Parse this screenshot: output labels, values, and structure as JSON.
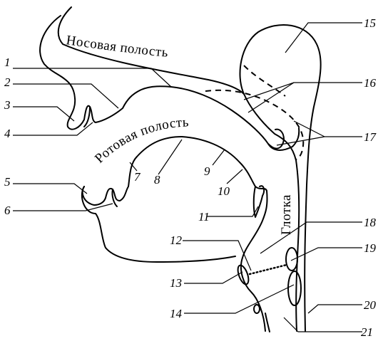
{
  "regions": {
    "nasal_cavity": "Носовая полость",
    "oral_cavity": "Ротовая полость",
    "pharynx": "Глотка"
  },
  "numbers": [
    "1",
    "2",
    "3",
    "4",
    "5",
    "6",
    "7",
    "8",
    "9",
    "10",
    "11",
    "12",
    "13",
    "14",
    "15",
    "16",
    "17",
    "18",
    "19",
    "20",
    "21"
  ]
}
